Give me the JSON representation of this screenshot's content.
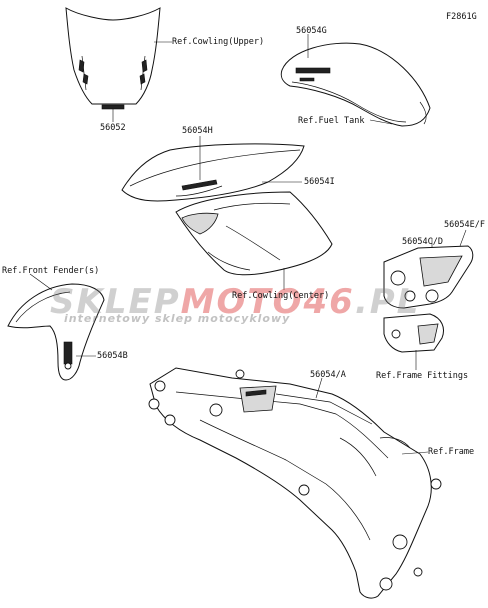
{
  "figure_code": "F2861G",
  "labels": {
    "cowling_upper_ref": "Ref.Cowling(Upper)",
    "part_56052": "56052",
    "part_56054g": "56054G",
    "fuel_tank_ref": "Ref.Fuel Tank",
    "part_56054h": "56054H",
    "part_56054i": "56054I",
    "part_56054ef": "56054E/F",
    "part_56054cd": "56054C/D",
    "front_fender_ref": "Ref.Front Fender(s)",
    "cowling_center_ref": "Ref.Cowling(Center)",
    "part_56054b": "56054B",
    "frame_fittings_ref": "Ref.Frame Fittings",
    "part_56054a": "56054/A",
    "frame_ref": "Ref.Frame"
  },
  "watermark": {
    "brand_left": "SKLEP",
    "brand_mid": "MOTO",
    "brand_right": "46",
    "brand_tld": ".PL",
    "tagline": "internetowy sklep motocyklowy"
  },
  "colors": {
    "line": "#111111",
    "watermark_red": "#dc3c3c"
  }
}
